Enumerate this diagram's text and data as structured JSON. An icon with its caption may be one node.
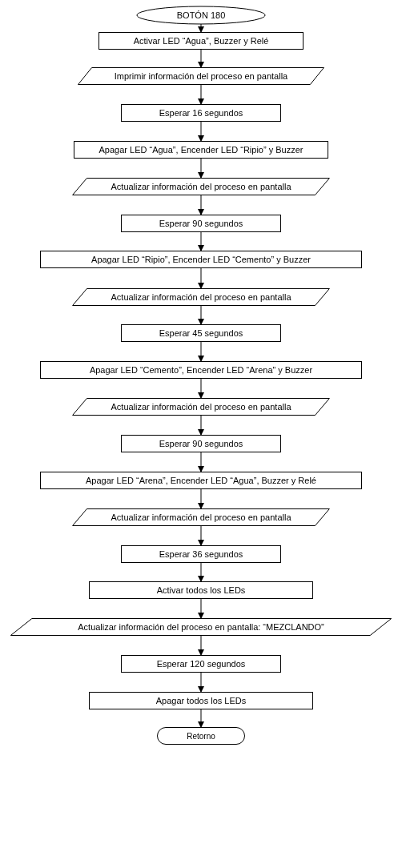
{
  "diagram": {
    "nodes": [
      {
        "text": [
          "BOTÓN 180"
        ]
      },
      {
        "text": [
          "Activar LED “Agua”, Buzzer y Relé"
        ]
      },
      {
        "text": [
          "Imprimir información del proceso en pantalla"
        ]
      },
      {
        "text": [
          "Esperar 16 segundos"
        ]
      },
      {
        "text": [
          "Apagar LED “Agua”, Encender LED “Ripio” y Buzzer"
        ]
      },
      {
        "text": [
          "Actualizar información del proceso en pantalla"
        ]
      },
      {
        "text": [
          "Esperar 90 segundos"
        ]
      },
      {
        "text": [
          "Apagar LED “Ripio”, Encender LED “Cemento” y Buzzer"
        ]
      },
      {
        "text": [
          "Actualizar información del proceso en pantalla"
        ]
      },
      {
        "text": [
          "Esperar 45 segundos"
        ]
      },
      {
        "text": [
          "Apagar LED “Cemento”, Encender LED “Arena” y Buzzer"
        ]
      },
      {
        "text": [
          "Actualizar información del proceso en pantalla"
        ]
      },
      {
        "text": [
          "Esperar 90 segundos"
        ]
      },
      {
        "text": [
          "Apagar LED “Arena”, Encender LED “Agua”, Buzzer y Relé"
        ]
      },
      {
        "text": [
          "Actualizar información del proceso en pantalla"
        ]
      },
      {
        "text": [
          "Esperar 36 segundos"
        ]
      },
      {
        "text": [
          "Activar todos los LEDs"
        ]
      },
      {
        "text": [
          "Actualizar información del proceso en pantalla: “MEZCLANDO”"
        ]
      },
      {
        "text": [
          "Esperar 120 segundos"
        ]
      },
      {
        "text": [
          "Apagar todos los LEDs"
        ]
      },
      {
        "text": [
          "Retorno"
        ]
      }
    ],
    "edges": [
      {
        "from": 0,
        "to": 1,
        "arrow": "to"
      },
      {
        "from": 1,
        "to": 2,
        "arrow": "to"
      },
      {
        "from": 2,
        "to": 3,
        "arrow": "to"
      },
      {
        "from": 3,
        "to": 4,
        "arrow": "to"
      },
      {
        "from": 4,
        "to": 5,
        "arrow": "to"
      },
      {
        "from": 5,
        "to": 6,
        "arrow": "to"
      },
      {
        "from": 6,
        "to": 7,
        "arrow": "to"
      },
      {
        "from": 7,
        "to": 8,
        "arrow": "to"
      },
      {
        "from": 8,
        "to": 9,
        "arrow": "to"
      },
      {
        "from": 9,
        "to": 10,
        "arrow": "to"
      },
      {
        "from": 10,
        "to": 11,
        "arrow": "to"
      },
      {
        "from": 11,
        "to": 12,
        "arrow": "to"
      },
      {
        "from": 12,
        "to": 13,
        "arrow": "to"
      },
      {
        "from": 13,
        "to": 14,
        "arrow": "to"
      },
      {
        "from": 14,
        "to": 15,
        "arrow": "to"
      },
      {
        "from": 15,
        "to": 16,
        "arrow": "to"
      },
      {
        "from": 16,
        "to": 17,
        "arrow": "to"
      },
      {
        "from": 17,
        "to": 18,
        "arrow": "to"
      },
      {
        "from": 18,
        "to": 19,
        "arrow": "to"
      },
      {
        "from": 19,
        "to": 20,
        "arrow": "to"
      }
    ]
  }
}
